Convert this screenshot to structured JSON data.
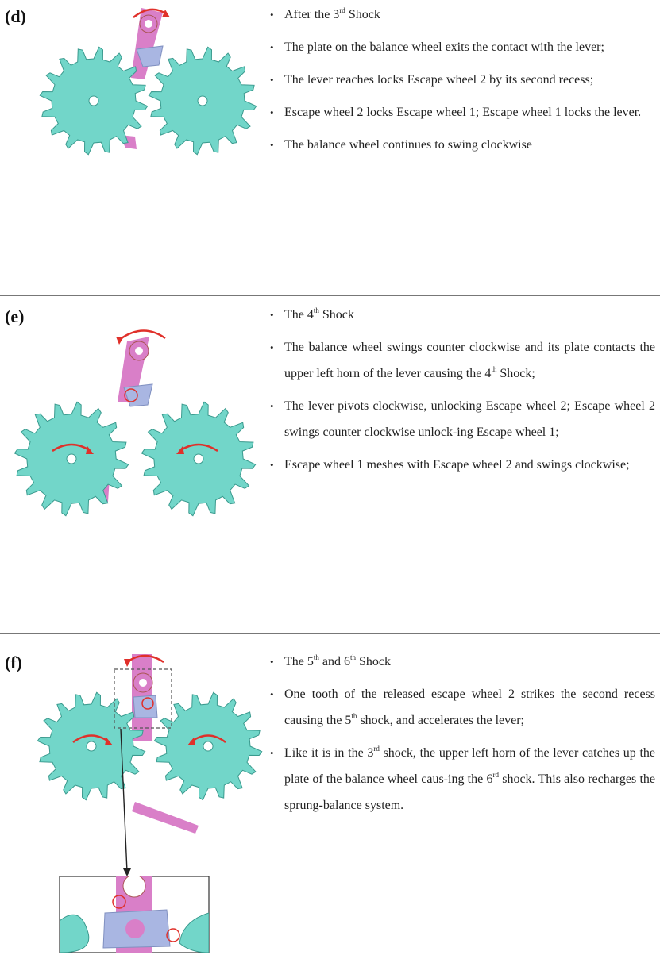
{
  "colors": {
    "gear": "#72d6c9",
    "gear_edge": "#3a9a8e",
    "lever": "#d97fc8",
    "plate": "#a9b6e2",
    "arrow": "#e0302a"
  },
  "sections": [
    {
      "label": "(d)",
      "bullets": [
        {
          "pre": "After the 3",
          "sup": "rd",
          "post": " Shock"
        },
        {
          "pre": "The plate on the balance wheel exits the contact with the lever;"
        },
        {
          "pre": "The lever reaches locks Escape wheel 2 by its second recess;"
        },
        {
          "pre": "Escape wheel 2 locks Escape wheel 1; Escape wheel 1 locks the lever."
        },
        {
          "pre": "The balance wheel continues to swing clockwise"
        }
      ]
    },
    {
      "label": "(e)",
      "bullets": [
        {
          "pre": "The 4",
          "sup": "th",
          "post": " Shock"
        },
        {
          "pre": "The balance wheel swings counter clockwise and its plate contacts the upper left horn of the lever causing the 4",
          "sup": "th",
          "post": " Shock;"
        },
        {
          "pre": "The lever pivots clockwise, unlocking Escape wheel 2; Escape wheel 2 swings counter clockwise unlock-ing Escape wheel 1;"
        },
        {
          "pre": "Escape wheel 1 meshes with Escape wheel 2 and swings clockwise;"
        }
      ]
    },
    {
      "label": "(f)",
      "bullets": [
        {
          "pre": "The 5",
          "sup": "th",
          "mid": " and 6",
          "sup2": "th",
          "post": " Shock"
        },
        {
          "pre": "One tooth of the released escape wheel 2 strikes the second recess causing the 5",
          "sup": "th",
          "post": " shock, and accelerates the lever;"
        },
        {
          "pre": "Like it is in the 3",
          "sup": "rd",
          "post": " shock, the upper left horn of the lever catches up the plate of the balance wheel caus-ing the 6",
          "sup2": "rd",
          "post2": " shock. This also recharges the sprung-balance system."
        }
      ]
    }
  ]
}
